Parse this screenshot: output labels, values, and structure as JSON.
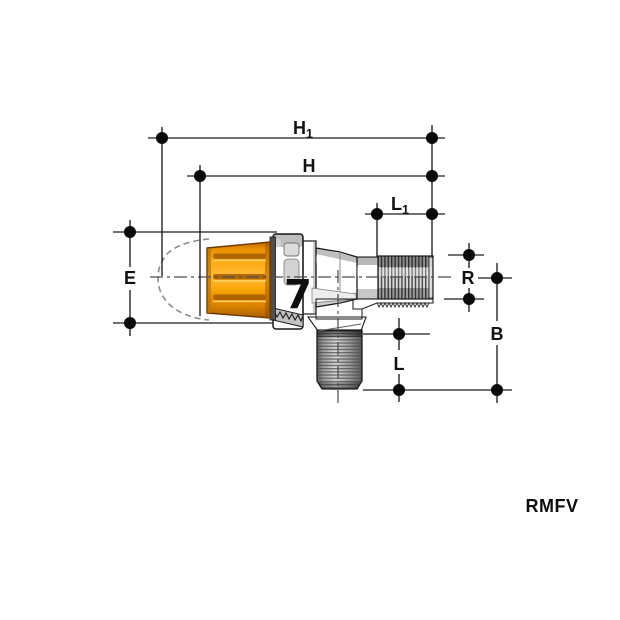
{
  "drawing": {
    "product_code": "RMFV",
    "body_marking": "7"
  },
  "dimension_labels": {
    "h1": {
      "base": "H",
      "sub": "1"
    },
    "h": {
      "base": "H"
    },
    "l1": {
      "base": "L",
      "sub": "1"
    },
    "e": {
      "base": "E"
    },
    "r": {
      "base": "R"
    },
    "b": {
      "base": "B"
    },
    "l": {
      "base": "L"
    }
  },
  "colors": {
    "background": "#ffffff",
    "dimension_line": "#1d1d1d",
    "centerline": "#4d4d4d",
    "knob_orange": "#f69b00",
    "knob_orange_dark": "#c57000",
    "body_gray": "#c6c6c6",
    "thread_dark": "#3f3f3f",
    "outline": "#1a1a1a"
  }
}
